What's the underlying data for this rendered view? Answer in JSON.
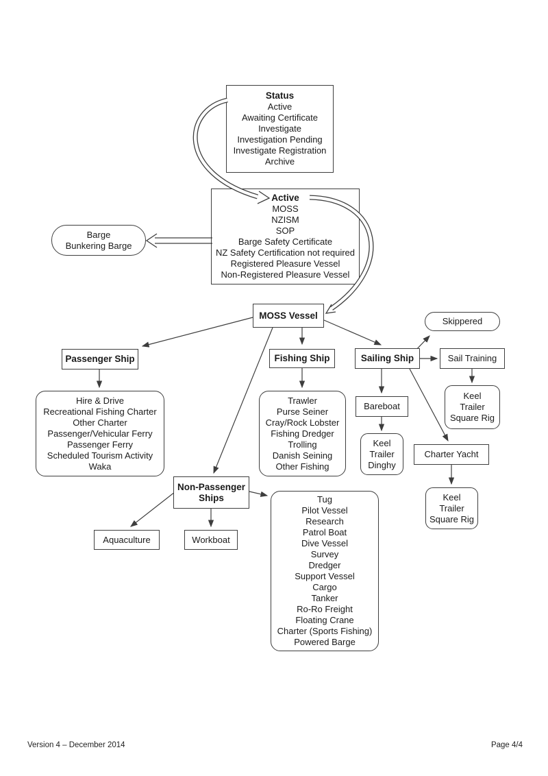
{
  "diagram": {
    "status": {
      "title": "Status",
      "items": [
        "Active",
        "Awaiting Certificate",
        "Investigate",
        "Investigation Pending",
        "Investigate Registration",
        "Archive"
      ]
    },
    "active": {
      "title": "Active",
      "items": [
        "MOSS",
        "NZISM",
        "SOP",
        "Barge Safety Certificate",
        "NZ Safety Certification not required",
        "Registered Pleasure Vessel",
        "Non-Registered Pleasure Vessel"
      ]
    },
    "barge": {
      "lines": [
        "Barge",
        "Bunkering Barge"
      ]
    },
    "moss_vessel": {
      "label": "MOSS Vessel"
    },
    "skippered": {
      "label": "Skippered"
    },
    "passenger_ship": {
      "label": "Passenger Ship"
    },
    "passenger_types": {
      "items": [
        "Hire & Drive",
        "Recreational Fishing Charter",
        "Other Charter",
        "Passenger/Vehicular Ferry",
        "Passenger Ferry",
        "Scheduled Tourism Activity",
        "Waka"
      ]
    },
    "fishing_ship": {
      "label": "Fishing Ship"
    },
    "fishing_types": {
      "items": [
        "Trawler",
        "Purse Seiner",
        "Cray/Rock Lobster",
        "Fishing Dredger",
        "Trolling",
        "Danish Seining",
        "Other Fishing"
      ]
    },
    "sailing_ship": {
      "label": "Sailing Ship"
    },
    "sail_training": {
      "label": "Sail Training"
    },
    "bareboat": {
      "label": "Bareboat"
    },
    "keel_trailer_square_rig_upper": {
      "lines": [
        "Keel",
        "Trailer",
        "Square Rig"
      ]
    },
    "keel_trailer_dinghy": {
      "lines": [
        "Keel",
        "Trailer",
        "Dinghy"
      ]
    },
    "charter_yacht": {
      "label": "Charter Yacht"
    },
    "keel_trailer_square_rig_lower": {
      "lines": [
        "Keel",
        "Trailer",
        "Square Rig"
      ]
    },
    "non_passenger_ships": {
      "lines": [
        "Non-Passenger",
        "Ships"
      ]
    },
    "aquaculture": {
      "label": "Aquaculture"
    },
    "workboat": {
      "label": "Workboat"
    },
    "non_passenger_types": {
      "items": [
        "Tug",
        "Pilot Vessel",
        "Research",
        "Patrol Boat",
        "Dive Vessel",
        "Survey",
        "Dredger",
        "Support Vessel",
        "Cargo",
        "Tanker",
        "Ro-Ro Freight",
        "Floating Crane",
        "Charter (Sports Fishing)",
        "Powered Barge"
      ]
    }
  },
  "footer": {
    "left": "Version 4 – December 2014",
    "right": "Page 4/4"
  },
  "colors": {
    "line": "#3d3d3d",
    "text": "#1a1a1a",
    "background": "#ffffff"
  }
}
